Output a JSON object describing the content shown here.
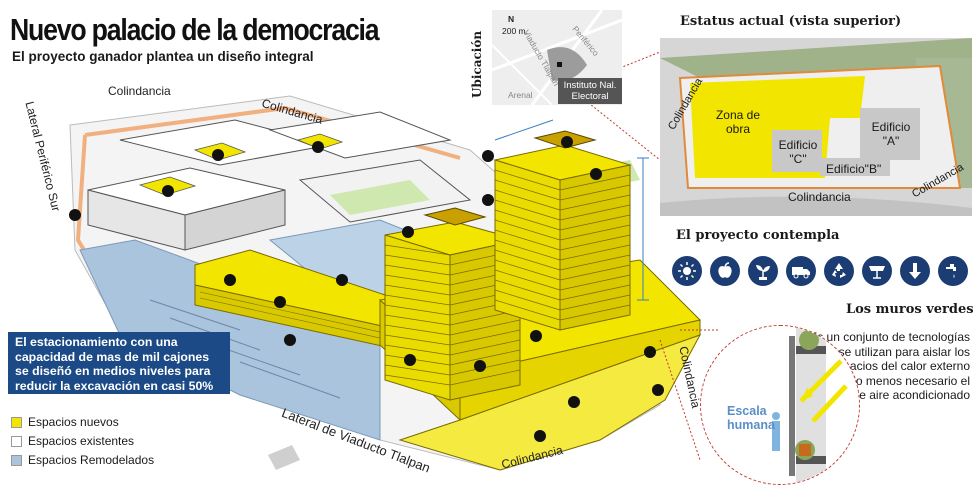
{
  "header": {
    "title": "Nuevo palacio de la democracia",
    "subtitle": "El proyecto ganador plantea un diseño integral"
  },
  "site_labels": {
    "colindancia_top": "Colindancia",
    "colindancia_top2": "Colindancia",
    "lateral_periferico": "Lateral Periférico Sur",
    "colindancia_right": "Colindancia",
    "colindancia_bottom": "Colindancia",
    "lateral_viaducto": "Lateral de Viaducto Tlalpan"
  },
  "parking_callout": "El estacionamiento con una capacidad de mas de mil cajones se diseñó en medios niveles para reducir la excavación en casi 50%",
  "legend": [
    {
      "label": "Espacios nuevos",
      "color": "#f2e600"
    },
    {
      "label": "Espacios existentes",
      "color": "#ffffff"
    },
    {
      "label": "Espacios Remodelados",
      "color": "#a9c4dc"
    }
  ],
  "location": {
    "heading": "Ubicación",
    "scale": "200 m.",
    "north": "N",
    "street_viaducto": "Viaducto Tlalpan",
    "street_arenal": "Arenal",
    "street_periferico": "Periférico",
    "marker_label": "Instituto Nal. Electoral"
  },
  "status": {
    "heading": "Estatus actual (vista superior)",
    "zona": "Zona de obra",
    "edificio_a": "Edificio \"A\"",
    "edificio_b": "Edificio\"B\"",
    "edificio_c": "Edificio \"C\"",
    "colindancia_left": "Colindancia",
    "colindancia_bottom": "Colindancia",
    "colindancia_right": "Colindancia"
  },
  "project": {
    "heading": "El proyecto contempla",
    "icons": [
      "sun-icon",
      "apple-icon",
      "plant-icon",
      "truck-icon",
      "recycle-icon",
      "solar-panel-icon",
      "arrow-down-icon",
      "faucet-icon"
    ]
  },
  "muros": {
    "heading": "Los muros verdes",
    "text": "Es un conjunto de tecnologías que se utilizan para aislar los espacios del calor externo haciendo menos necesario el uso de aire acondicionado",
    "escala": "Escala humana"
  },
  "colors": {
    "yellow": "#f2e600",
    "blue": "#a9c4dc",
    "navy": "#1b4a86",
    "red_dotted": "#c0392b",
    "orange": "#f0a060"
  }
}
